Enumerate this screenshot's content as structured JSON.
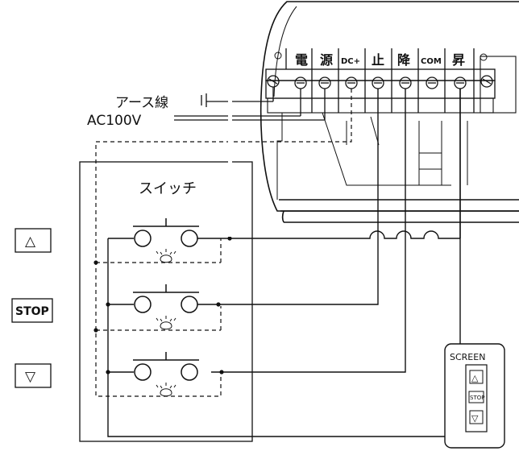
{
  "terminals": [
    {
      "key": "power1",
      "label": "電"
    },
    {
      "key": "power2",
      "label": "源"
    },
    {
      "key": "dc",
      "label": "DC+"
    },
    {
      "key": "stop",
      "label": "止"
    },
    {
      "key": "down",
      "label": "降"
    },
    {
      "key": "com",
      "label": "COM"
    },
    {
      "key": "up",
      "label": "昇"
    }
  ],
  "wires": {
    "earth_label": "アース線",
    "ac_label": "AC100V"
  },
  "switch_box": {
    "title": "スイッチ"
  },
  "buttons": {
    "up_symbol": "△",
    "stop_label": "STOP",
    "down_symbol": "▽"
  },
  "remote": {
    "title": "SCREEN",
    "up_symbol": "△",
    "stop_label": "STOP",
    "down_symbol": "▽"
  }
}
